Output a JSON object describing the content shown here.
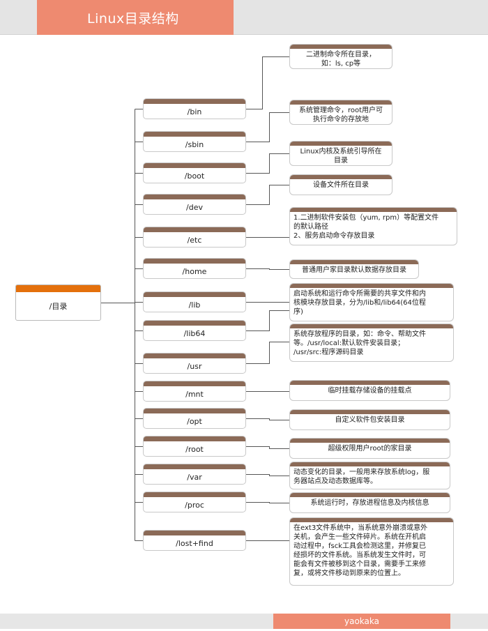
{
  "header": {
    "title": "Linux目录结构"
  },
  "footer": {
    "author": "yaokaka"
  },
  "root": {
    "label": "/目录"
  },
  "directories": [
    {
      "name": "/bin",
      "desc": "二进制命令所在目录，\n如：ls, cp等"
    },
    {
      "name": "/sbin",
      "desc": "系统管理命令，root用户可\n执行命令的存放地"
    },
    {
      "name": "/boot",
      "desc": "Linux内核及系统引导所在\n目录"
    },
    {
      "name": "/dev",
      "desc": "设备文件所在目录"
    },
    {
      "name": "/etc",
      "desc": "1.二进制软件安装包（yum, rpm）等配置文件\n的默认路径\n2、服务启动命令存放目录"
    },
    {
      "name": "/home",
      "desc": "普通用户家目录默认数据存放目录"
    },
    {
      "name": "/lib",
      "desc": "启动系统和运行命令所需要的共享文件和内\n核模块存放目录，分为/lib和/lib64(64位程\n序)"
    },
    {
      "name": "/lib64",
      "desc": ""
    },
    {
      "name": "/usr",
      "desc": "系统存放程序的目录，如：命令、帮助文件\n等。/usr/local:默认软件安装目录；\n/usr/src:程序源码目录"
    },
    {
      "name": "/mnt",
      "desc": "临时挂载存储设备的挂载点"
    },
    {
      "name": "/opt",
      "desc": "自定义软件包安装目录"
    },
    {
      "name": "/root",
      "desc": "超级权限用户root的家目录"
    },
    {
      "name": "/var",
      "desc": "动态变化的目录，一般用来存放系统log，服\n务器站点及动态数据库等。"
    },
    {
      "name": "/proc",
      "desc": "系统运行时，存放进程信息及内核信息"
    },
    {
      "name": "/lost+find",
      "desc": "在ext3文件系统中，当系统意外崩溃或意外\n关机，会产生一些文件碎片。系统在开机启\n动过程中，fsck工具会检测这里，并修复已\n经损坏的文件系统。当系统发生文件时，可\n能会有文件被移到这个目录，需要手工来修\n复，或将文件移动到原来的位置上。"
    }
  ]
}
